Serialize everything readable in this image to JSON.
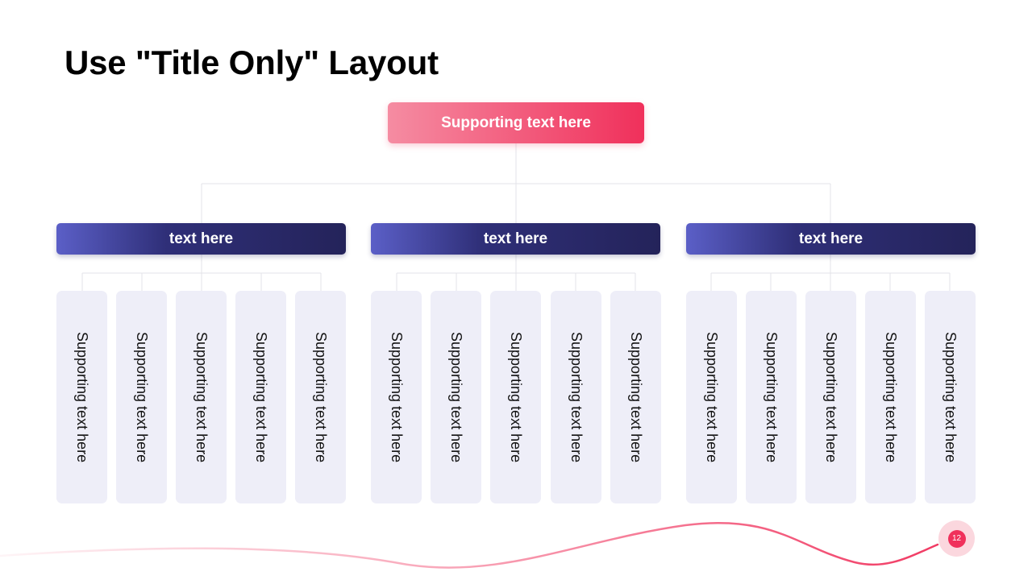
{
  "slide": {
    "title": "Use \"Title Only\" Layout",
    "page_number": "12"
  },
  "diagram": {
    "root": {
      "label": "Supporting text here"
    },
    "branches": [
      {
        "label": "text here",
        "children": [
          "Supporting text here",
          "Supporting text here",
          "Supporting text here",
          "Supporting text here",
          "Supporting text here"
        ]
      },
      {
        "label": "text here",
        "children": [
          "Supporting text here",
          "Supporting text here",
          "Supporting text here",
          "Supporting text here",
          "Supporting text here"
        ]
      },
      {
        "label": "text here",
        "children": [
          "Supporting text here",
          "Supporting text here",
          "Supporting text here",
          "Supporting text here",
          "Supporting text here"
        ]
      }
    ]
  },
  "colors": {
    "root_gradient_start": "#f58ca2",
    "root_gradient_end": "#f0305b",
    "branch_gradient_start": "#5b5fc7",
    "branch_gradient_end": "#24235a",
    "leaf_background": "#eeeef8",
    "connector": "#e3e3e8",
    "accent": "#f0305b"
  }
}
